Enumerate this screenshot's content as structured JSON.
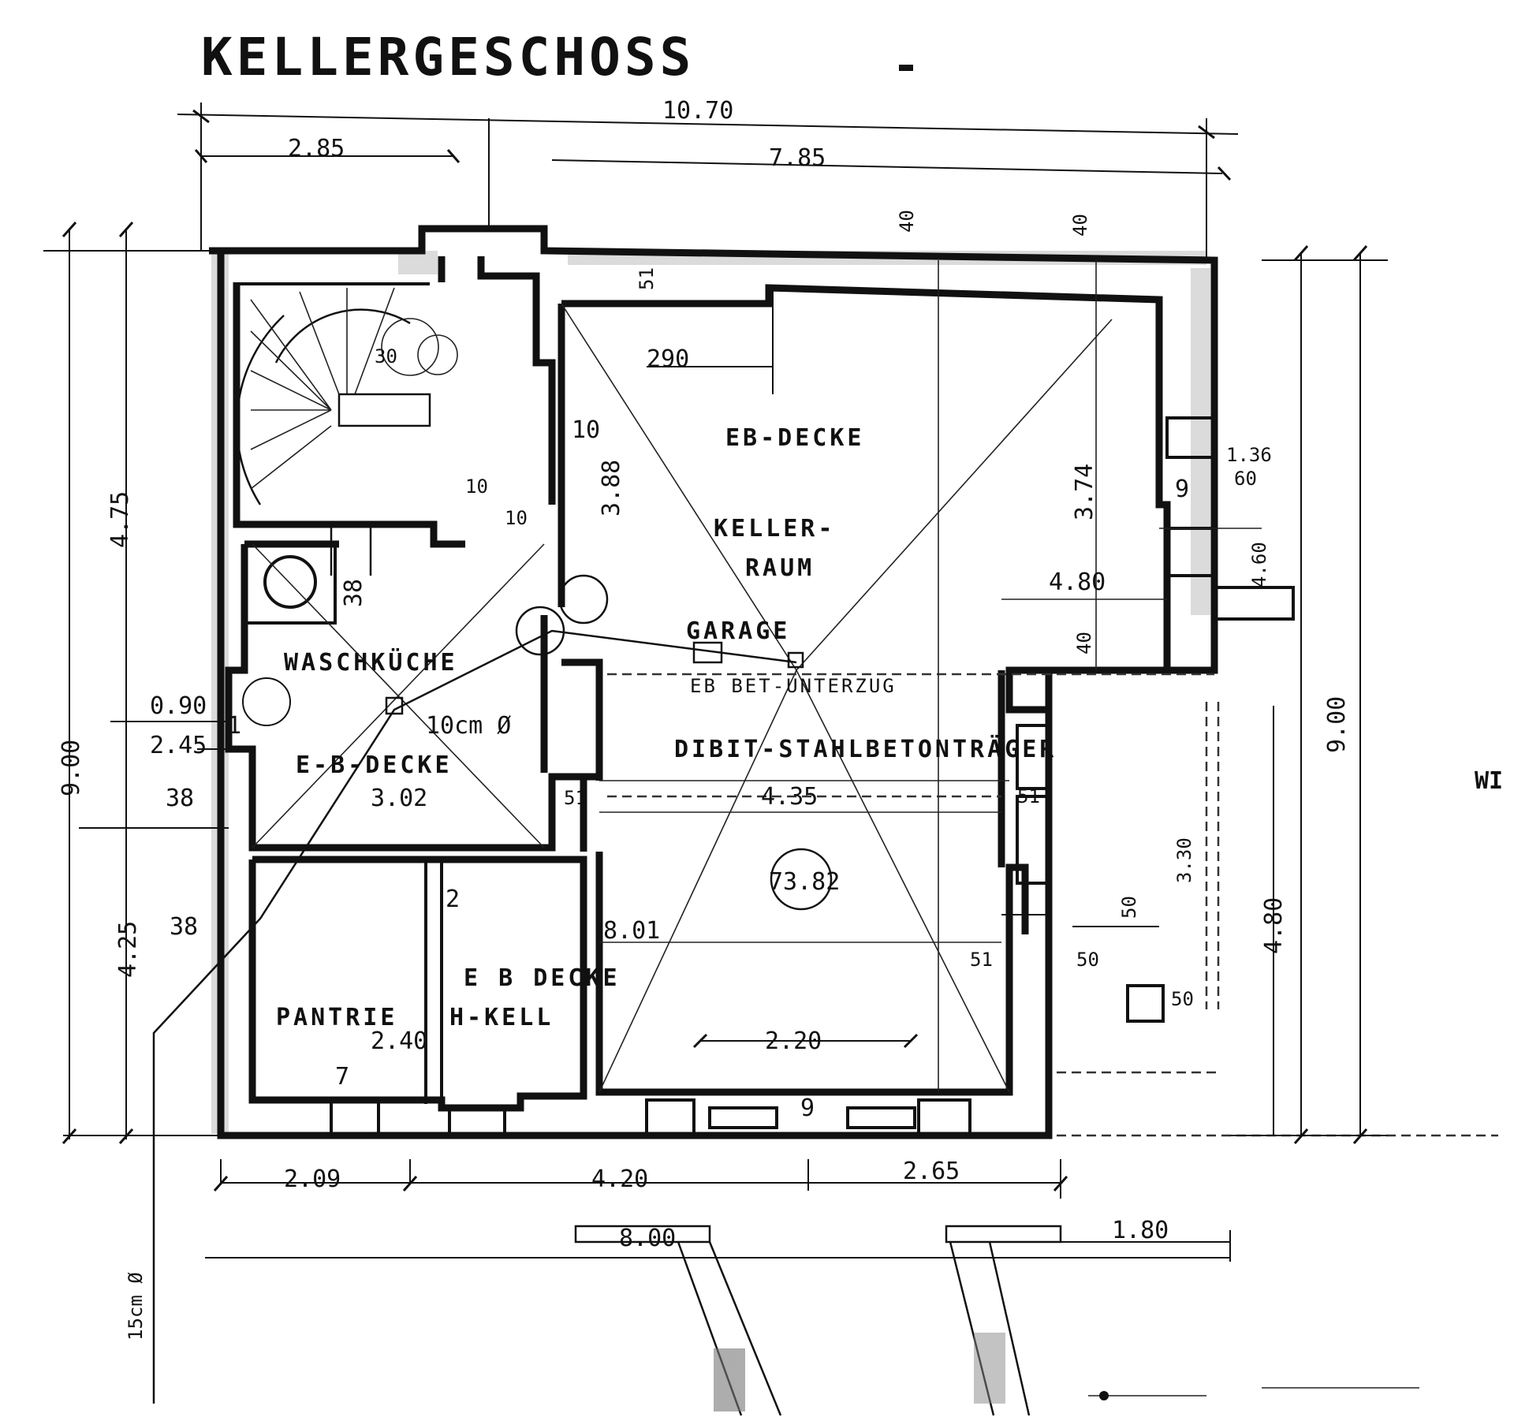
{
  "title": "KELLERGESCHOSS",
  "overall_dims": {
    "total_width": "10.70",
    "left_width": "2.85",
    "right_width": "7.85",
    "total_depth_left": "9.00",
    "total_depth_right": "9.00",
    "upper_depth": "4.75",
    "lower_depth": "4.25"
  },
  "rooms": {
    "garage": {
      "name": "GARAGE",
      "ceiling": "EB-DECKE",
      "cellar": "KELLER-",
      "cellar2": "RAUM",
      "beam": "DIBIT-STAHLBETONTRÄGER",
      "beam_note": "EB BET-UNTERZUG",
      "area": "73.82"
    },
    "laundry": {
      "name": "WASCHKÜCHE",
      "ceiling": "E-B-DECKE",
      "floor_drain": "10cm Ø",
      "area_label": "3.02"
    },
    "pantry": {
      "name": "PANTRIE",
      "cellar": "H-KELL",
      "ceiling": "E B DECKE",
      "area_label": "2.40"
    },
    "stair_marks": [
      "1",
      "2",
      "7",
      "10"
    ]
  },
  "dimension_labels": {
    "d_290": "290",
    "d_388": "3.88",
    "d_374": "3.74",
    "d_480": "4.80",
    "d_435": "4.35",
    "d_804": "8.01",
    "d_220": "2.20",
    "d_209": "2.09",
    "d_420": "4.20",
    "d_265": "2.65",
    "d_800": "8.00",
    "d_180": "1.80",
    "d_090": "0.90",
    "d_245": "2.45",
    "d_38a": "38",
    "d_38b": "38",
    "d_38c": "38",
    "d_51a": "51",
    "d_51b": "51",
    "d_51c": "51",
    "d_51d": "51",
    "d_136": "1.36",
    "d_60": "60",
    "d_460": "4.60",
    "d_480b": "4.80",
    "d_330": "3.30",
    "d_50a": "50",
    "d_50b": "50",
    "d_50c": "50",
    "d_10a": "10",
    "d_10b": "10",
    "d_30": "30",
    "d_40": "40",
    "d_40b": "40",
    "d_40c": "40",
    "d_9": "9",
    "door_mark": "9",
    "pipe": "15cm Ø",
    "side_cut": "WI"
  }
}
